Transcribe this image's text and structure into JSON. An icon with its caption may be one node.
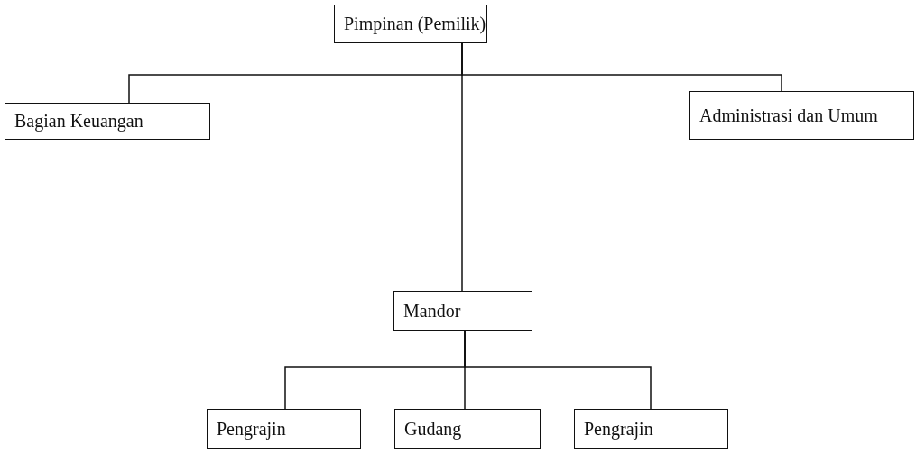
{
  "diagram": {
    "nodes": [
      {
        "text": [
          "Pimpinan (Pemilik)"
        ]
      },
      {
        "text": [
          "Bagian Keuangan"
        ]
      },
      {
        "text": [
          "Administrasi dan Umum"
        ]
      },
      {
        "text": [
          "Mandor"
        ]
      },
      {
        "text": [
          "Pengrajin"
        ]
      },
      {
        "text": [
          "Gudang"
        ]
      },
      {
        "text": [
          "Pengrajin"
        ]
      }
    ],
    "edges": [
      {
        "from": 0,
        "to": 1,
        "arrow": "none"
      },
      {
        "from": 0,
        "to": 2,
        "arrow": "none"
      },
      {
        "from": 0,
        "to": 3,
        "arrow": "none"
      },
      {
        "from": 3,
        "to": 4,
        "arrow": "none"
      },
      {
        "from": 3,
        "to": 5,
        "arrow": "none"
      },
      {
        "from": 3,
        "to": 6,
        "arrow": "none"
      }
    ]
  }
}
